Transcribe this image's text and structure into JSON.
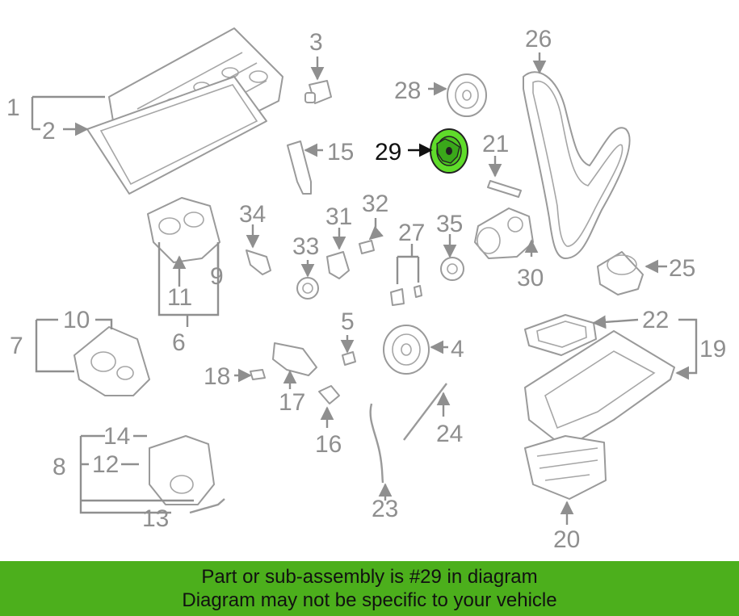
{
  "callouts": [
    "1",
    "2",
    "3",
    "4",
    "5",
    "6",
    "7",
    "8",
    "9",
    "10",
    "11",
    "12",
    "13",
    "14",
    "15",
    "16",
    "17",
    "18",
    "19",
    "20",
    "21",
    "22",
    "23",
    "24",
    "25",
    "26",
    "27",
    "28",
    "29",
    "30",
    "31",
    "32",
    "33",
    "34",
    "35"
  ],
  "highlighted_part": "29",
  "colors": {
    "highlight": "#4caf1c",
    "highlight_part": "#5fdc2a",
    "callout": "#8f8f8f",
    "callout_highlighted": "#111111",
    "line_art": "#9a9a9a"
  },
  "banner": {
    "line1": "Part or sub-assembly is #29 in diagram",
    "line2": "Diagram may not be specific to your vehicle"
  }
}
